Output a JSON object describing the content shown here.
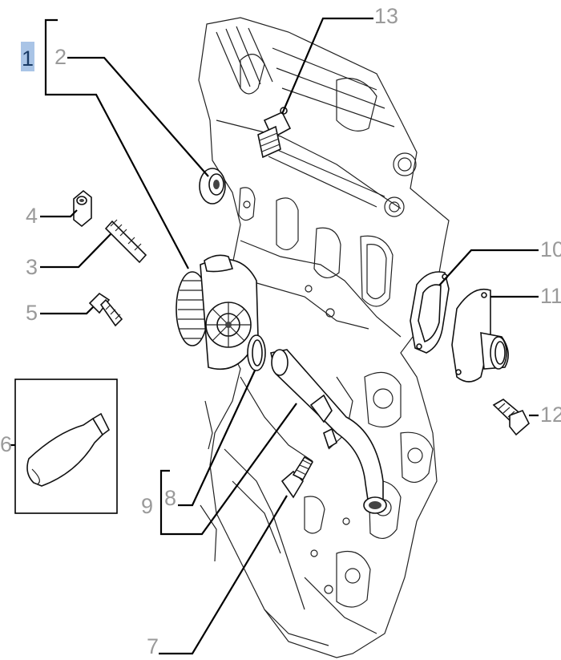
{
  "callouts": {
    "c1": "1",
    "c2": "2",
    "c3": "3",
    "c4": "4",
    "c5": "5",
    "c6": "6",
    "c7": "7",
    "c8": "8",
    "c9": "9",
    "c10": "10",
    "c11": "11",
    "c12": "12",
    "c13": "13"
  },
  "highlight_color": "#a9c4e6",
  "label_color": "#9a9a9a"
}
